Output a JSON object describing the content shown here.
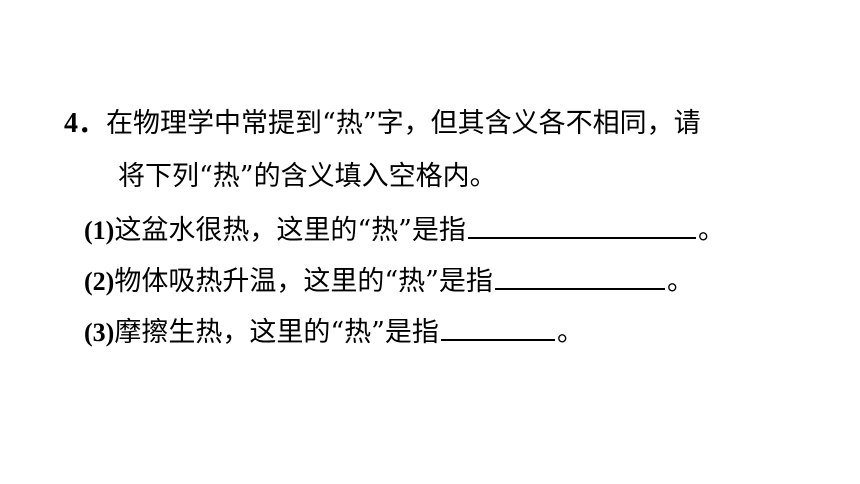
{
  "question": {
    "number": "4．",
    "text_line1": "在物理学中常提到“热”字，但其含义各不相同，请",
    "text_line2": "将下列“热”的含义填入空格内。"
  },
  "items": [
    {
      "label": "(1)",
      "text": "这盆水很热，这里的“热”是指",
      "end": "。"
    },
    {
      "label": "(2)",
      "text": "物体吸热升温，这里的“热”是指",
      "end": "。"
    },
    {
      "label": "(3)",
      "text": "摩擦生热，这里的“热”是指",
      "end": "。"
    }
  ]
}
